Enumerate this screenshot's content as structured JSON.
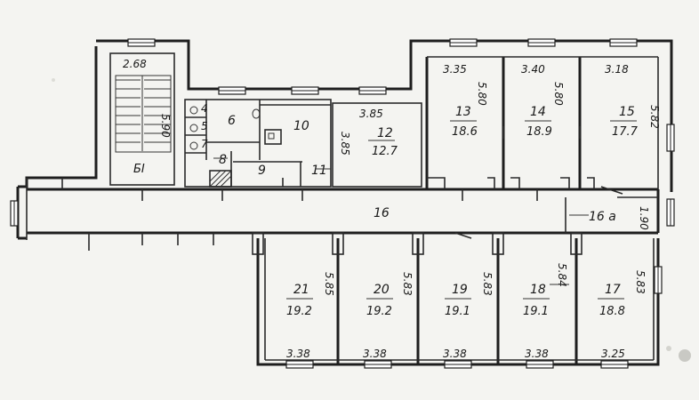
{
  "rooms": [
    {
      "id": "stair",
      "label": "БI",
      "dim_top": "2.68",
      "dim_side": "5.90"
    },
    {
      "id": "r6",
      "label": "6"
    },
    {
      "id": "r10",
      "label": "10"
    },
    {
      "id": "r8",
      "label": "8"
    },
    {
      "id": "r9",
      "label": "9"
    },
    {
      "id": "r11",
      "label": "11",
      "dim_side": "3.85"
    },
    {
      "id": "r12",
      "label": "12",
      "area": "12.7",
      "dim_top": "3.85"
    },
    {
      "id": "r13",
      "label": "13",
      "area": "18.6",
      "dim_top": "3.35",
      "dim_side": "5.80"
    },
    {
      "id": "r14",
      "label": "14",
      "area": "18.9",
      "dim_top": "3.40",
      "dim_side": "5.80"
    },
    {
      "id": "r15",
      "label": "15",
      "area": "17.7",
      "dim_top": "3.18",
      "dim_side": "5.82"
    },
    {
      "id": "r16",
      "label": "16"
    },
    {
      "id": "r16a",
      "label": "16 a",
      "dim_side": "1.90"
    },
    {
      "id": "r21",
      "label": "21",
      "area": "19.2",
      "dim_bottom": "3.38",
      "dim_side": "5.85"
    },
    {
      "id": "r20",
      "label": "20",
      "area": "19.2",
      "dim_bottom": "3.38",
      "dim_side": "5.83"
    },
    {
      "id": "r19",
      "label": "19",
      "area": "19.1",
      "dim_bottom": "3.38",
      "dim_side": "5.83"
    },
    {
      "id": "r18",
      "label": "18",
      "area": "19.1",
      "dim_bottom": "3.38",
      "dim_side": "5.84"
    },
    {
      "id": "r17",
      "label": "17",
      "area": "18.8",
      "dim_bottom": "3.25",
      "dim_side": "5.83"
    }
  ],
  "wc_labels": [
    "4",
    "5",
    "7"
  ]
}
